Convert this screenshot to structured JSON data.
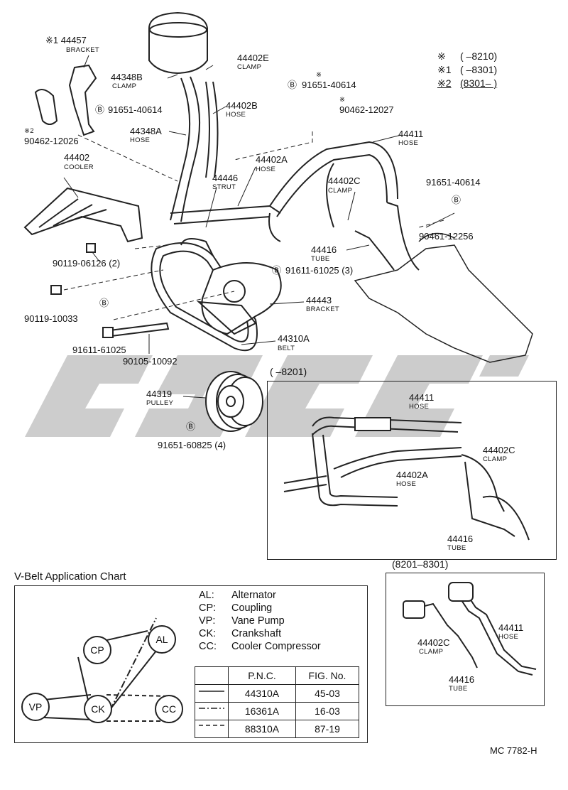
{
  "watermark": "cgsc",
  "notes": [
    {
      "mark": "※",
      "range": "(      –8210)"
    },
    {
      "mark": "※1",
      "range": "(      –8301)"
    },
    {
      "mark": "※2",
      "range": "(8301–      )"
    }
  ],
  "parts": {
    "p44457": {
      "num": "※1 44457",
      "name": "BRACKET"
    },
    "p90462_12026": {
      "num": "90462-12026",
      "mark": "※2"
    },
    "p44348B": {
      "num": "44348B",
      "name": "CLAMP"
    },
    "p44402E": {
      "num": "44402E",
      "name": "CLAMP"
    },
    "p91651_40614_a": {
      "num": "91651-40614"
    },
    "p44402B": {
      "num": "44402B",
      "name": "HOSE"
    },
    "p44348A": {
      "num": "44348A",
      "name": "HOSE"
    },
    "p91651_40614_b": {
      "num": "91651-40614",
      "mark": "※"
    },
    "p90462_12027": {
      "num": "90462-12027",
      "mark": "※"
    },
    "p44402": {
      "num": "44402",
      "name": "COOLER"
    },
    "p44446": {
      "num": "44446",
      "name": "STRUT"
    },
    "p44402A": {
      "num": "44402A",
      "name": "HOSE"
    },
    "p44411": {
      "num": "44411",
      "name": "HOSE"
    },
    "p44402C": {
      "num": "44402C",
      "name": "CLAMP"
    },
    "p91651_40614_c": {
      "num": "91651-40614"
    },
    "p90461_12256": {
      "num": "90461-12256"
    },
    "p90119_06126": {
      "num": "90119-06126 (2)"
    },
    "p44416": {
      "num": "44416",
      "name": "TUBE"
    },
    "p91611_61025_3": {
      "num": "91611-61025 (3)"
    },
    "p90119_10033": {
      "num": "90119-10033"
    },
    "p44443": {
      "num": "44443",
      "name": "BRACKET"
    },
    "p44310A": {
      "num": "44310A",
      "name": "BELT"
    },
    "p91611_61025": {
      "num": "91611-61025"
    },
    "p90105_10092": {
      "num": "90105-10092"
    },
    "p44319": {
      "num": "44319",
      "name": "PULLEY"
    },
    "p91651_60825": {
      "num": "91651-60825 (4)"
    }
  },
  "inset1": {
    "title": "(      –8201)",
    "p44411": {
      "num": "44411",
      "name": "HOSE"
    },
    "p44402C": {
      "num": "44402C",
      "name": "CLAMP"
    },
    "p44402A": {
      "num": "44402A",
      "name": "HOSE"
    },
    "p44416": {
      "num": "44416",
      "name": "TUBE"
    }
  },
  "inset2": {
    "title": "(8201–8301)",
    "p44411": {
      "num": "44411",
      "name": "HOSE"
    },
    "p44402C": {
      "num": "44402C",
      "name": "CLAMP"
    },
    "p44416": {
      "num": "44416",
      "name": "TUBE"
    }
  },
  "chart": {
    "title": "V-Belt Application Chart",
    "legend": [
      {
        "abbr": "AL:",
        "text": "Alternator"
      },
      {
        "abbr": "CP:",
        "text": "Coupling"
      },
      {
        "abbr": "VP:",
        "text": "Vane Pump"
      },
      {
        "abbr": "CK:",
        "text": "Crankshaft"
      },
      {
        "abbr": "CC:",
        "text": "Cooler Compressor"
      }
    ],
    "pulleys": {
      "al": "AL",
      "cp": "CP",
      "vp": "VP",
      "ck": "CK",
      "cc": "CC"
    },
    "table": {
      "headers": [
        "",
        "P.N.C.",
        "FIG. No."
      ],
      "rows": [
        {
          "line": "solid",
          "pnc": "44310A",
          "fig": "45-03"
        },
        {
          "line": "dash-dot",
          "pnc": "16361A",
          "fig": "16-03"
        },
        {
          "line": "dashed",
          "pnc": "88310A",
          "fig": "87-19"
        }
      ]
    }
  },
  "footer": "MC 7782-H"
}
